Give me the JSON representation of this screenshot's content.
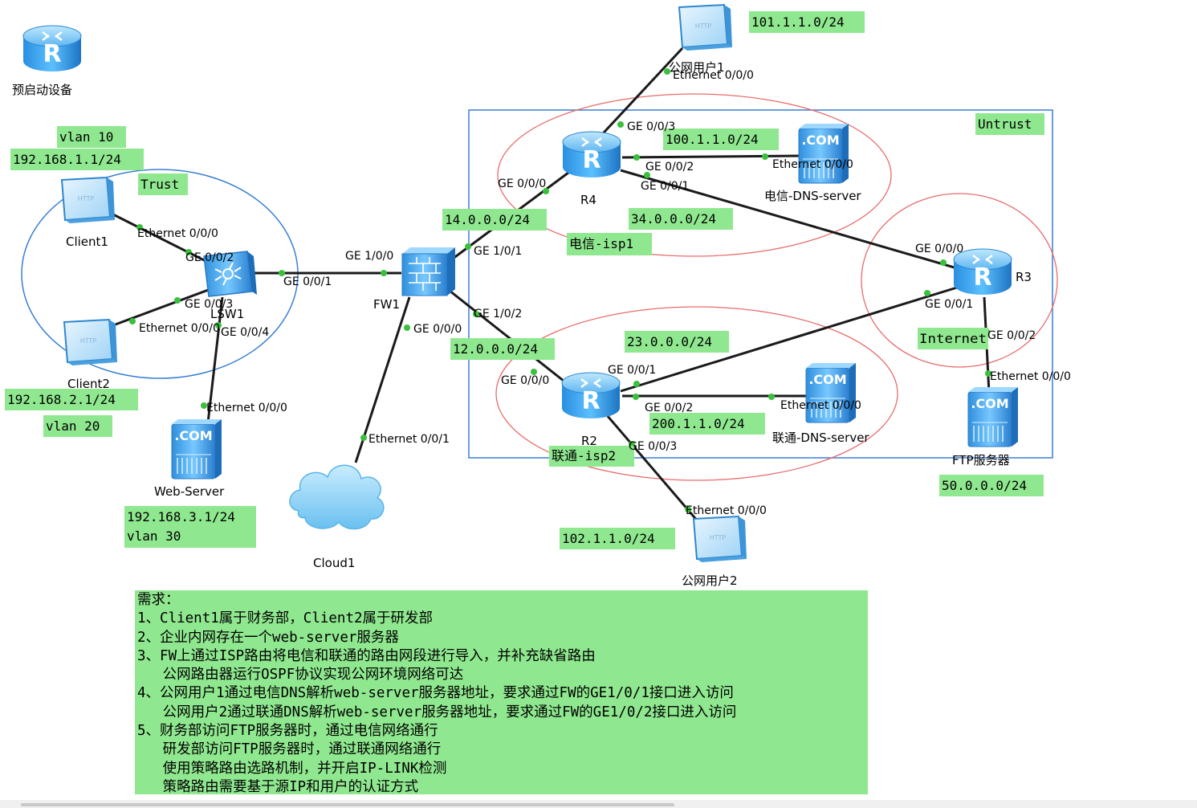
{
  "devices": {
    "legend_router": "预启动设备",
    "client1": "Client1",
    "client2": "Client2",
    "lsw1": "LSW1",
    "fw1": "FW1",
    "web_server": "Web-Server",
    "cloud1": "Cloud1",
    "r4": "R4",
    "r2": "R2",
    "r3": "R3",
    "pub_user1": "公网用户1",
    "pub_user2": "公网用户2",
    "dns_telecom": "电信-DNS-server",
    "dns_unicom": "联通-DNS-server",
    "ftp_server": "FTP服务器"
  },
  "ports": {
    "client1_eth": "Ethernet 0/0/0",
    "lsw_ge002": "GE 0/0/2",
    "lsw_ge001": "GE 0/0/1",
    "lsw_ge003": "GE 0/0/3",
    "lsw_ge004": "GE 0/0/4",
    "client2_eth": "Ethernet 0/0/0",
    "web_eth": "Ethernet 0/0/0",
    "fw_ge100": "GE 1/0/0",
    "fw_ge101": "GE 1/0/1",
    "fw_ge102": "GE 1/0/2",
    "fw_ge000": "GE 0/0/0",
    "cloud_eth": "Ethernet 0/0/1",
    "r4_ge000": "GE 0/0/0",
    "r4_ge003": "GE 0/0/3",
    "r4_ge002": "GE 0/0/2",
    "r4_ge001": "GE 0/0/1",
    "pub1_eth": "Ethernet 0/0/0",
    "dns_tel_eth": "Ethernet 0/0/0",
    "r3_ge000": "GE 0/0/0",
    "r3_ge001": "GE 0/0/1",
    "r3_ge002": "GE 0/0/2",
    "ftp_eth": "Ethernet 0/0/0",
    "r2_ge000": "GE 0/0/0",
    "r2_ge001": "GE 0/0/1",
    "r2_ge002": "GE 0/0/2",
    "r2_ge003": "GE 0/0/3",
    "dns_uni_eth": "Ethernet 0/0/0",
    "pub2_eth": "Ethernet 0/0/0"
  },
  "tags": {
    "vlan10": "vlan 10",
    "net_1": "192.168.1.1/24",
    "trust": "Trust",
    "net_2": "192.168.2.1/24",
    "vlan20": "vlan 20",
    "net_3": "192.168.3.1/24",
    "vlan30": "vlan 30",
    "net_101": "101.1.1.0/24",
    "untrust": "Untrust",
    "net_100": "100.1.1.0/24",
    "net_14": "14.0.0.0/24",
    "net_34": "34.0.0.0/24",
    "isp1": "电信-isp1",
    "internet": "Internet",
    "net_23": "23.0.0.0/24",
    "net_12": "12.0.0.0/24",
    "net_200": "200.1.1.0/24",
    "isp2": "联通-isp2",
    "net_50": "50.0.0.0/24",
    "net_102": "102.1.1.0/24"
  },
  "requirements": [
    "需求：",
    "1、Client1属于财务部，Client2属于研发部",
    "2、企业内网存在一个web-server服务器",
    "3、FW上通过ISP路由将电信和联通的路由网段进行导入，并补充缺省路由",
    "   公网路由器运行OSPF协议实现公网环境网络可达",
    "4、公网用户1通过电信DNS解析web-server服务器地址，要求通过FW的GE1/0/1接口进入访问",
    "   公网用户2通过联通DNS解析web-server服务器地址，要求通过FW的GE1/0/2接口进入访问",
    "5、财务部访问FTP服务器时，通过电信网络通行",
    "   研发部访问FTP服务器时，通过联通网络通行",
    "   使用策略路由选路机制，并开启IP-LINK检测",
    "   策略路由需要基于源IP和用户的认证方式"
  ],
  "colors": {
    "tag_fill": "#8fe88f",
    "port_dot": "#39c03c",
    "zone_blue": "#3a7fd6",
    "isp_ellipse_red": "#e86b6b",
    "device_blue": "#2e8ad8"
  }
}
